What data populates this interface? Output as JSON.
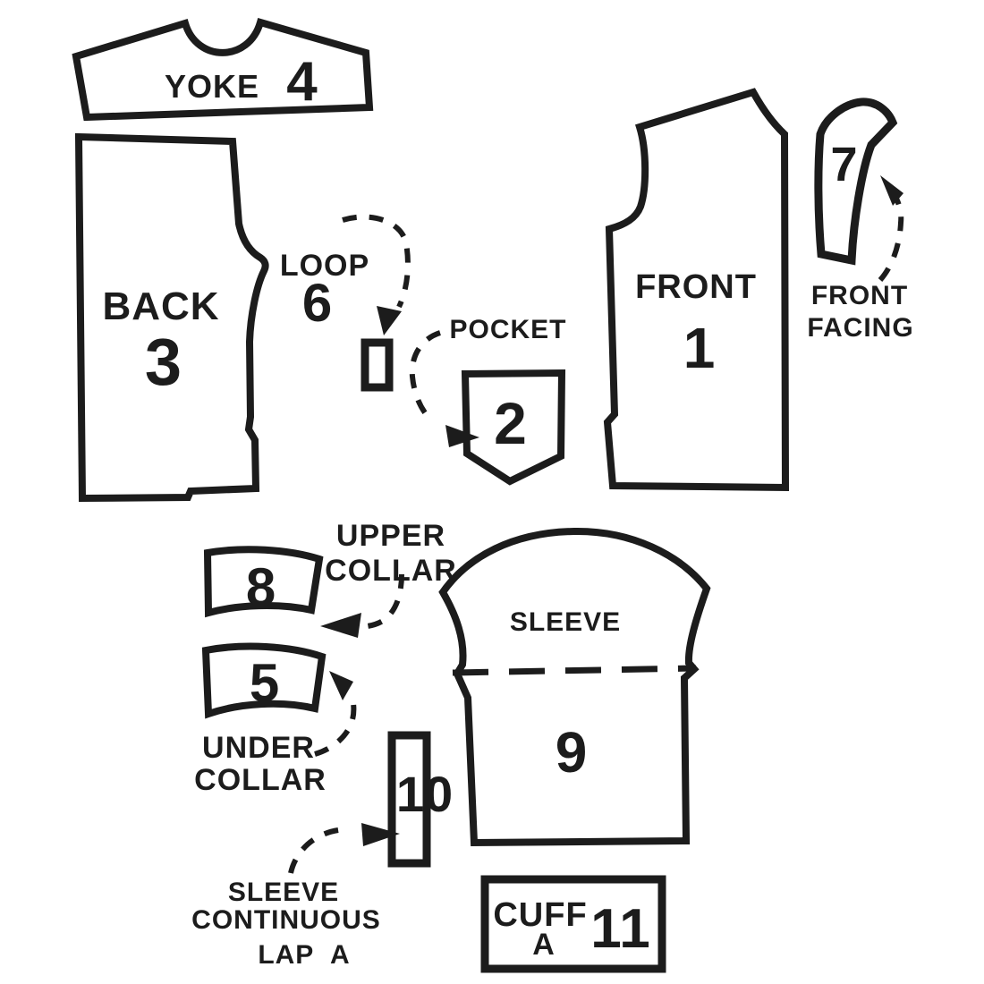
{
  "colors": {
    "ink": "#1c1c1c",
    "paper": "#ffffff"
  },
  "pieces": {
    "front": {
      "name": "FRONT",
      "number": "1"
    },
    "pocket": {
      "name": "POCKET",
      "number": "2"
    },
    "back": {
      "name": "BACK",
      "number": "3"
    },
    "yoke": {
      "name": "YOKE",
      "number": "4"
    },
    "under_collar": {
      "line1": "UNDER",
      "line2": "COLLAR",
      "number": "5"
    },
    "loop": {
      "name": "LOOP",
      "number": "6"
    },
    "front_facing": {
      "line1": "FRONT",
      "line2": "FACING",
      "number": "7"
    },
    "upper_collar": {
      "line1": "UPPER",
      "line2": "COLLAR",
      "number": "8"
    },
    "sleeve": {
      "name": "SLEEVE",
      "number": "9"
    },
    "sleeve_lap": {
      "line1": "SLEEVE",
      "line2": "CONTINUOUS",
      "line3": "LAP A",
      "number": "10"
    },
    "cuff": {
      "line1": "CUFF",
      "line2": "A",
      "number": "11"
    }
  }
}
